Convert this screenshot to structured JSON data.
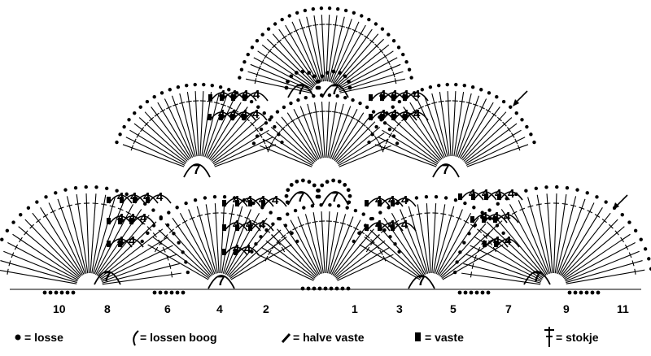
{
  "row_numbers": [
    "10",
    "8",
    "6",
    "4",
    "2",
    "1",
    "3",
    "5",
    "7",
    "9",
    "11"
  ],
  "inner_labels": {
    "seven": "7",
    "four": "4"
  },
  "legend": {
    "chain": "= losse",
    "chain_arch": "= lossen boog",
    "slip_stitch": "= halve vaste",
    "single_crochet": "= vaste",
    "double_crochet": "= stokje"
  },
  "icons": [
    "chain-dot-icon",
    "chain-arch-icon",
    "slip-stitch-icon",
    "single-crochet-icon",
    "double-crochet-icon",
    "arrow-icon"
  ],
  "colors": {
    "ink": "#000000",
    "paper": "#ffffff"
  }
}
